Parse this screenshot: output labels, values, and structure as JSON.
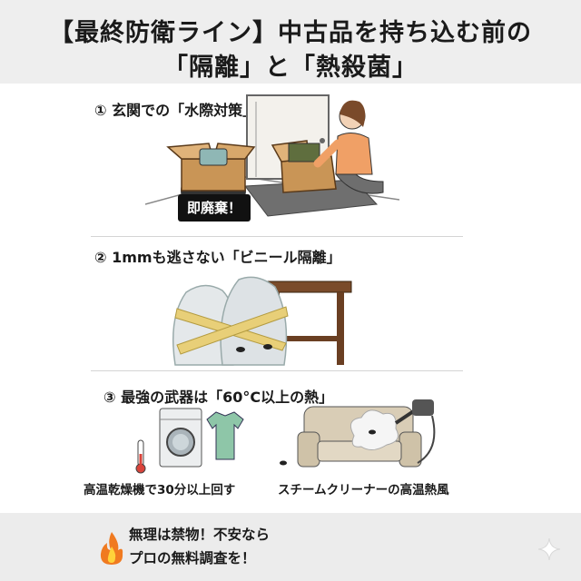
{
  "header": {
    "line1": "【最終防衛ライン】中古品を持ち込む前の",
    "line2": "「隔離」と「熱殺菌」"
  },
  "steps": [
    {
      "heading": "① 玄関での「水際対策」",
      "badge": "即廃棄！"
    },
    {
      "heading": "② 1mmも逃さない「ビニール隔離」"
    },
    {
      "heading": "③ 最強の武器は「60°C以上の熱」",
      "captions": [
        "高温乾燥機で30分以上回す",
        "スチームクリーナーの高温熱風"
      ]
    }
  ],
  "footer": {
    "line1": "無理は禁物！不安なら",
    "line2": "プロの無料調査を！"
  },
  "icons": [
    "fire-icon",
    "sparkle-icon",
    "thermometer-icon",
    "bug-icon"
  ]
}
